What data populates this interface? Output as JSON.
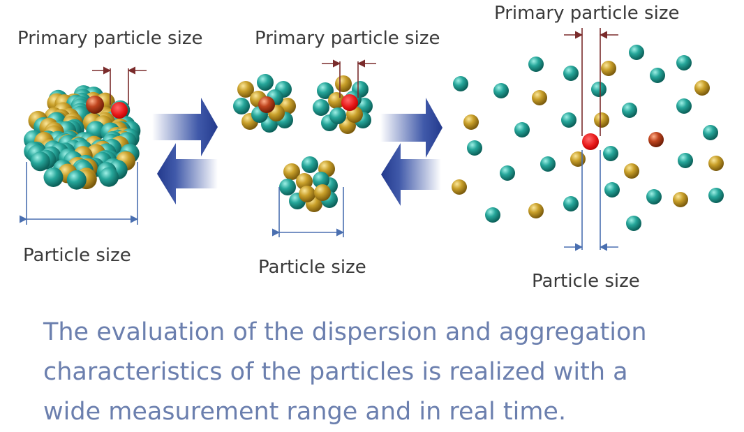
{
  "stages": [
    {
      "primary_label": "Primary particle size",
      "particle_label": "Particle size"
    },
    {
      "primary_label": "Primary particle size",
      "particle_label": "Particle size"
    },
    {
      "primary_label": "Primary particle size",
      "particle_label": "Particle size"
    }
  ],
  "caption": {
    "line1": "The evaluation of the dispersion and aggregation",
    "line2": "characteristics of the particles is realized with a",
    "line3": "wide measurement range and in real time."
  },
  "colors": {
    "teal": "#26a69a",
    "gold": "#c9a02a",
    "orange": "#c0451f",
    "marker": "#e81818",
    "dimension_primary": "#7a2b2b",
    "dimension_particle": "#4a6fb0",
    "arrow": "#2b47a0",
    "caption": "#6b7fae"
  },
  "icons": [
    "arrow-right-icon",
    "arrow-left-icon"
  ]
}
